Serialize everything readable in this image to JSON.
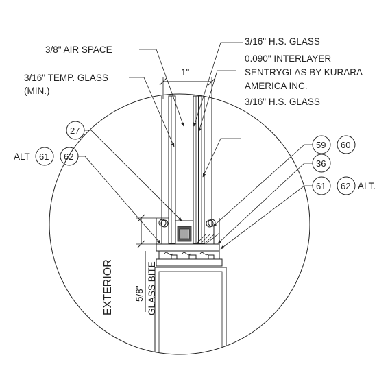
{
  "labels": {
    "air_space": "3/8\" AIR SPACE",
    "hs_glass_top": "3/16\" H.S. GLASS",
    "interlayer_1": "0.090\" INTERLAYER",
    "interlayer_2": "SENTRYGLAS BY KURARA",
    "interlayer_3": "AMERICA INC.",
    "hs_glass_bottom": "3/16\" H.S. GLASS",
    "temp_glass_1": "3/16\" TEMP. GLASS",
    "temp_glass_2": "(MIN.)",
    "dim_1in": "1\"",
    "exterior": "EXTERIOR",
    "bite_value": "5/8\"",
    "bite_label": "GLASS BITE",
    "alt_left": "ALT",
    "alt_right": "ALT."
  },
  "callouts": {
    "c27": "27",
    "c61_left": "61",
    "c62_left": "62",
    "c59": "59",
    "c60": "60",
    "c36": "36",
    "c61_right": "61",
    "c62_right": "62"
  }
}
